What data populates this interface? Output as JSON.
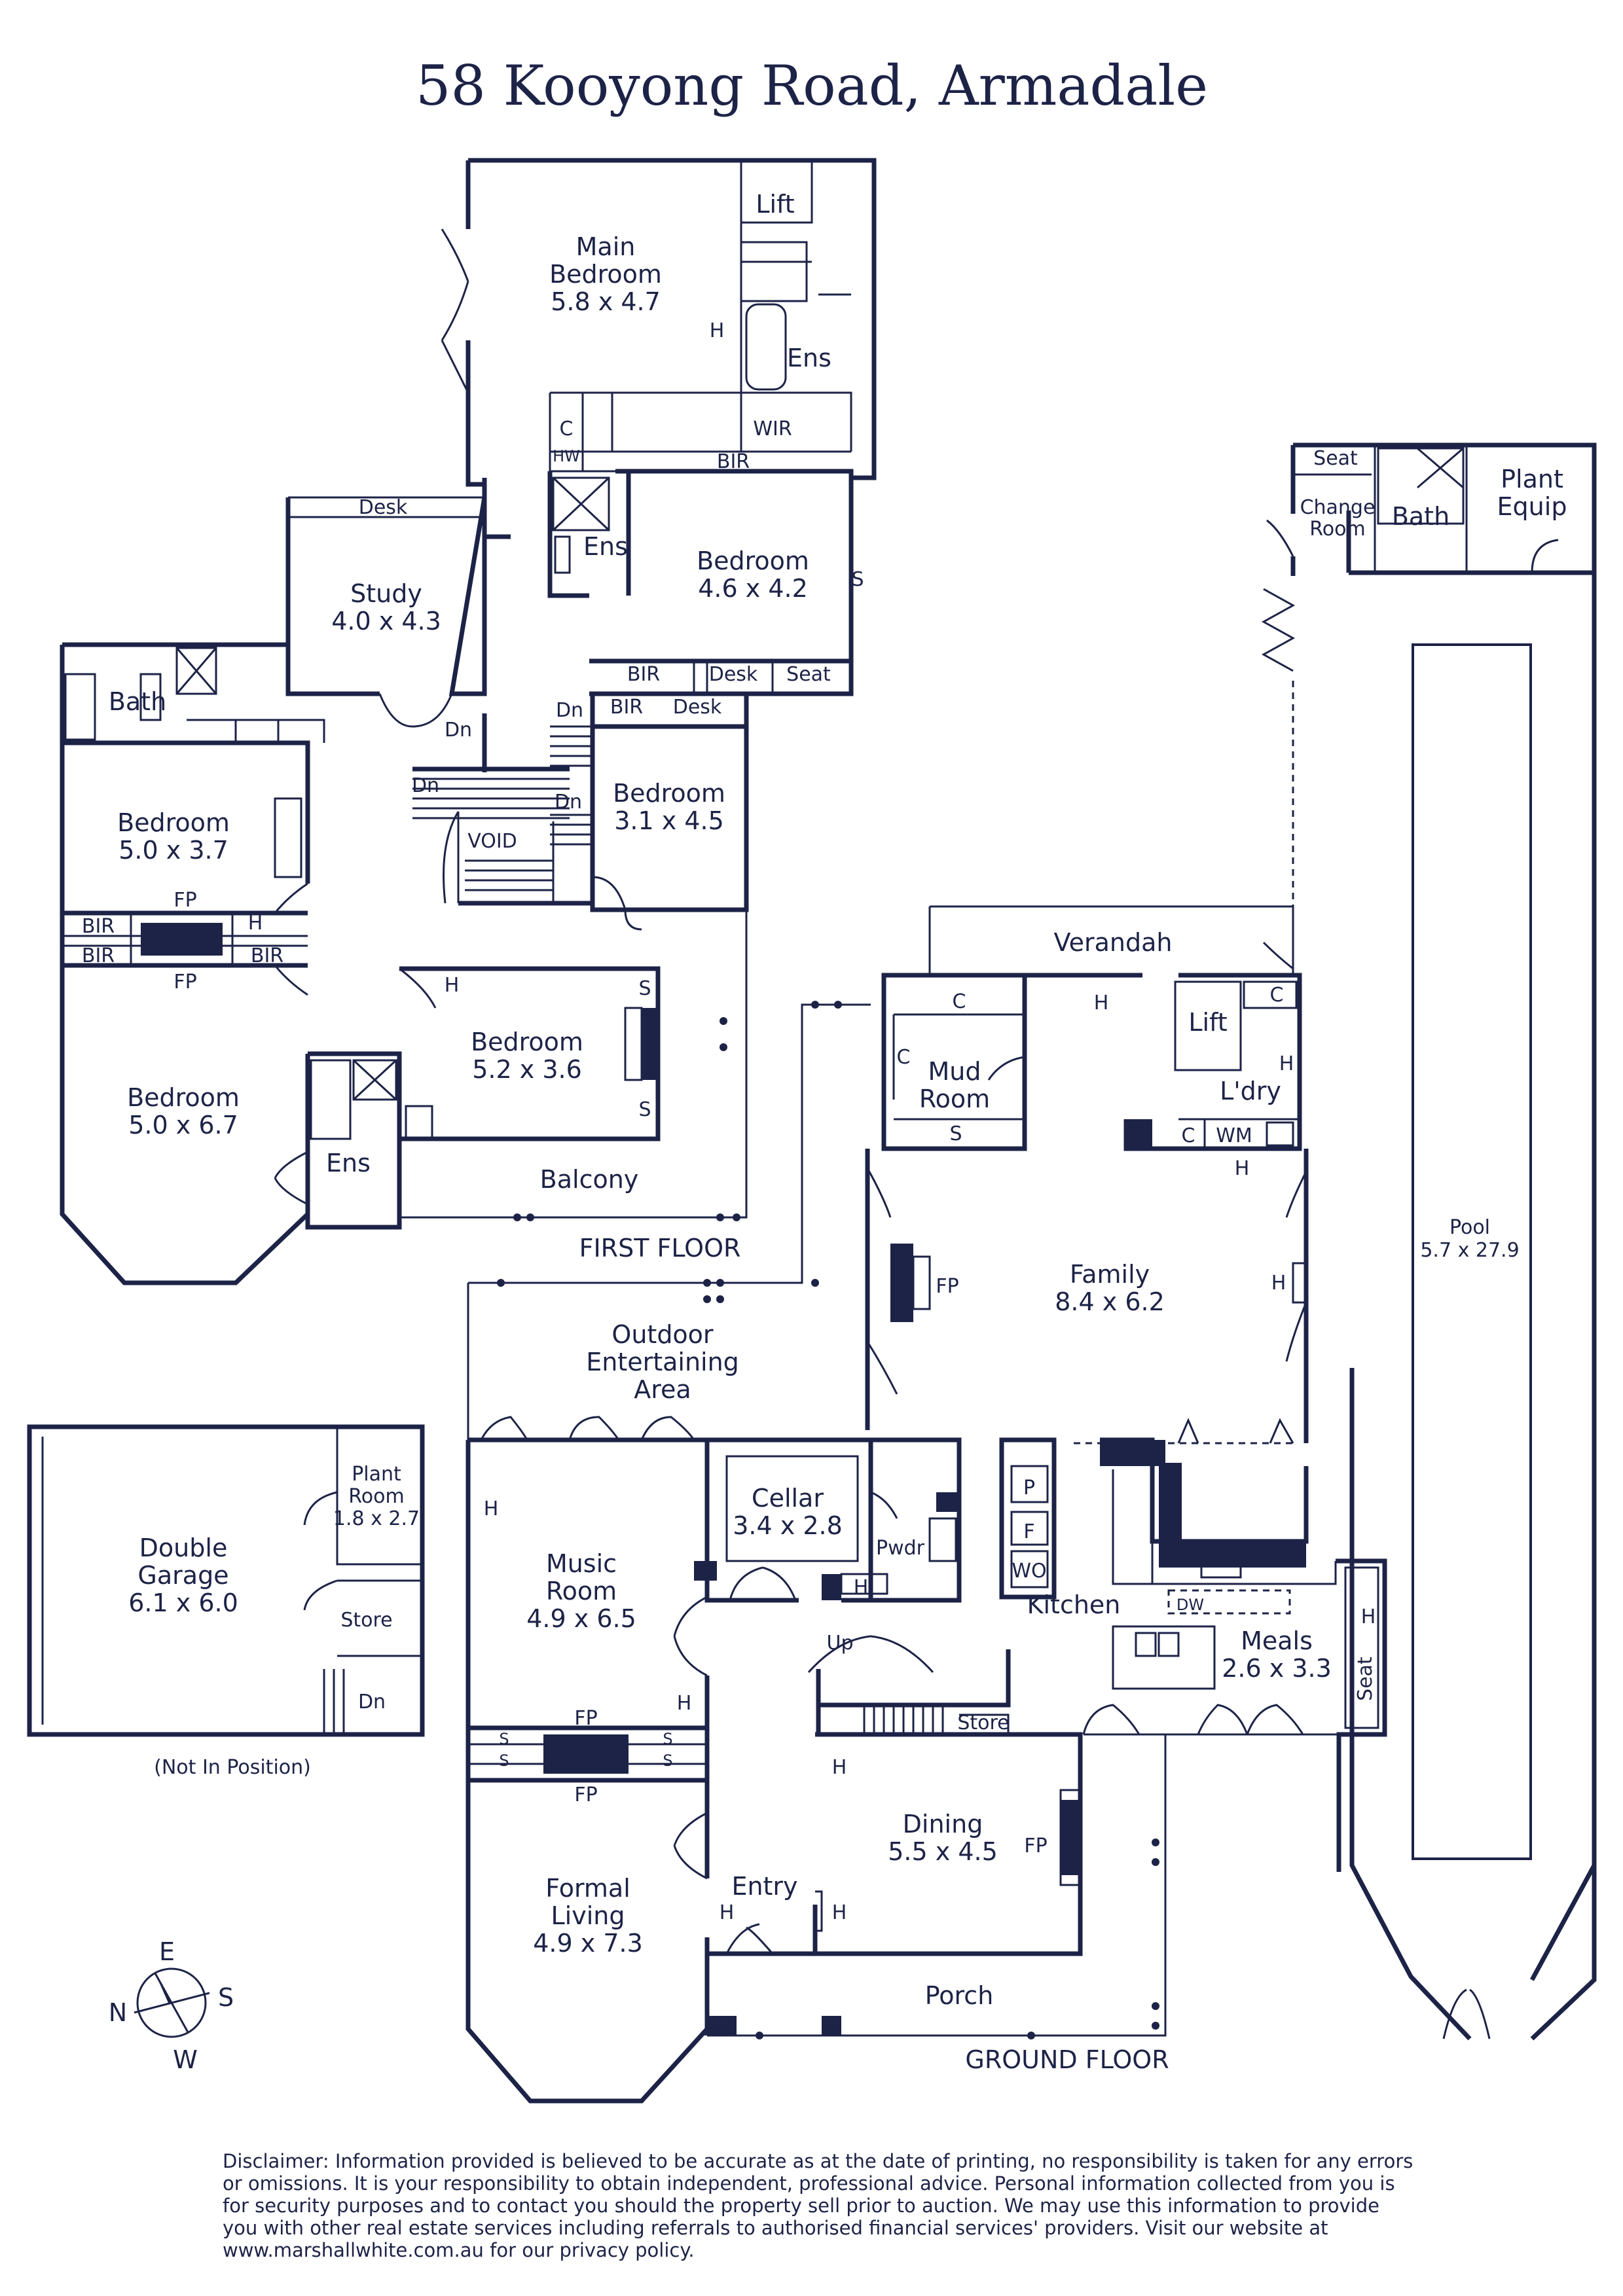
{
  "title": "58 Kooyong Road, Armadale",
  "floors": {
    "first": "FIRST FLOOR",
    "ground": "GROUND FLOOR"
  },
  "first_floor": {
    "main_bedroom": {
      "name1": "Main",
      "name2": "Bedroom",
      "size": "5.8 x 4.7"
    },
    "lift": "Lift",
    "ens_main": "Ens",
    "wir": "WIR",
    "bir_main": "BIR",
    "c": "C",
    "bir_small": "BIR",
    "hw": "HW",
    "h": "H",
    "desk": "Desk",
    "study": {
      "name": "Study",
      "size": "4.0 x 4.3"
    },
    "ens2": "Ens",
    "bedroom_46": {
      "name": "Bedroom",
      "size": "4.6 x 4.2"
    },
    "s": "S",
    "seat": "Seat",
    "bath": "Bath",
    "dn": "Dn",
    "void": "VOID",
    "bedroom_31": {
      "name": "Bedroom",
      "size": "3.1 x 4.5"
    },
    "bedroom_50_37": {
      "name": "Bedroom",
      "size": "5.0 x 3.7"
    },
    "fp": "FP",
    "bedroom_50_67": {
      "name": "Bedroom",
      "size": "5.0 x 6.7"
    },
    "bedroom_52": {
      "name": "Bedroom",
      "size": "5.2 x 3.6"
    },
    "ens3": "Ens",
    "balcony": "Balcony"
  },
  "ground_floor": {
    "verandah": "Verandah",
    "lift": "Lift",
    "ldry": "L'dry",
    "wm": "WM",
    "mud_room": {
      "name1": "Mud",
      "name2": "Room"
    },
    "family": {
      "name": "Family",
      "size": "8.4 x 6.2"
    },
    "outdoor": {
      "line1": "Outdoor",
      "line2": "Entertaining",
      "line3": "Area"
    },
    "cellar": {
      "name": "Cellar",
      "size": "3.4 x 2.8"
    },
    "pwdr": "Pwdr",
    "p": "P",
    "f": "F",
    "wo": "WO",
    "kitchen": "Kitchen",
    "dw": "DW",
    "meals": {
      "name": "Meals",
      "size": "2.6 x 3.3"
    },
    "music_room": {
      "name1": "Music",
      "name2": "Room",
      "size": "4.9 x 6.5"
    },
    "up": "Up",
    "store": "Store",
    "dining": {
      "name": "Dining",
      "size": "5.5 x 4.5"
    },
    "entry": "Entry",
    "formal_living": {
      "name1": "Formal",
      "name2": "Living",
      "size": "4.9 x 7.3"
    },
    "porch": "Porch",
    "double_garage": {
      "name1": "Double",
      "name2": "Garage",
      "size": "6.1 x 6.0"
    },
    "plant_room": {
      "name1": "Plant",
      "name2": "Room",
      "size": "1.8 x 2.7"
    },
    "garage_store": "Store",
    "not_in_position": "(Not In Position)",
    "seat_pool": "Seat",
    "change_room": {
      "line1": "Change",
      "line2": "Room"
    },
    "pool_bath": "Bath",
    "plant_equip": {
      "line1": "Plant",
      "line2": "Equip"
    },
    "pool": {
      "name": "Pool",
      "size": "5.7 x 27.9"
    }
  },
  "compass": {
    "n": "N",
    "e": "E",
    "s": "S",
    "w": "W"
  },
  "disclaimer": "Disclaimer: Information provided is believed to be accurate as at the date of printing, no responsibility is taken for any errors or omissions. It is your responsibility to obtain independent, professional advice. Personal information collected from you is for security purposes and to contact you should the property sell prior to auction. We may use this information to provide you with other real estate services including referrals to authorised financial services' providers. Visit our website at www.marshallwhite.com.au for our privacy policy."
}
